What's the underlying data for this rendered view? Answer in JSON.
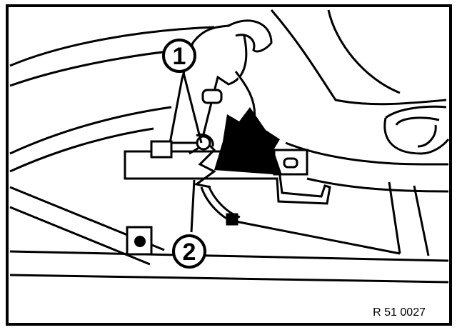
{
  "callouts": [
    {
      "label": "1"
    },
    {
      "label": "2"
    }
  ],
  "reference_code": "R 51 0027"
}
